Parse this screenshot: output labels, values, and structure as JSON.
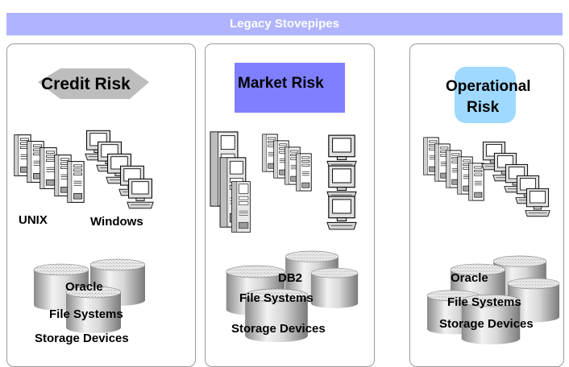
{
  "header": {
    "title": "Legacy Stovepipes"
  },
  "credit": {
    "title": "Credit Risk",
    "os_labels": [
      "UNIX",
      "Windows"
    ],
    "storage_labels": [
      "Oracle",
      "File Systems",
      "Storage Devices"
    ]
  },
  "market": {
    "title": "Market Risk",
    "storage_labels": [
      "DB2",
      "File Systems",
      "Storage Devices"
    ]
  },
  "operational": {
    "title_lines": [
      "Operational",
      "Risk"
    ],
    "storage_labels": [
      "Oracle",
      "File Systems",
      "Storage Devices"
    ]
  },
  "colors": {
    "banner": "#b0b4ff",
    "credit_shape": "#bdbdbd",
    "market_shape": "#7f7fff",
    "operational_shape": "#9fd9ff"
  },
  "icons": [
    "server-tower-icon",
    "desktop-computer-icon",
    "mainframe-icon",
    "disk-cylinder-icon"
  ]
}
